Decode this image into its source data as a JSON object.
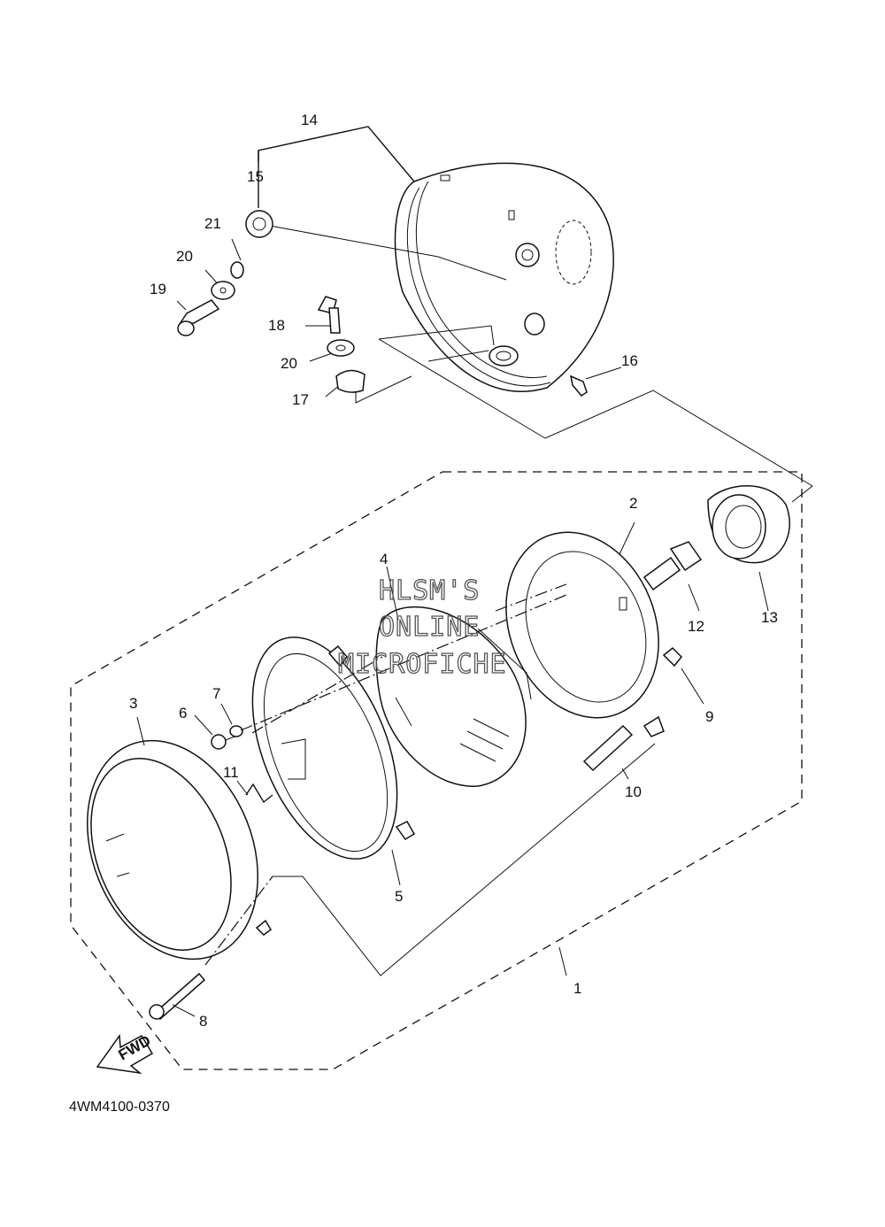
{
  "diagram": {
    "drawing_code": "4WM4100-0370",
    "fwd_label": "FWD",
    "watermark": [
      "HLSM'S",
      "ONLINE",
      "MICROFICHE"
    ],
    "callouts": [
      "1",
      "2",
      "3",
      "4",
      "5",
      "6",
      "7",
      "8",
      "9",
      "10",
      "11",
      "12",
      "13",
      "14",
      "15",
      "16",
      "17",
      "18",
      "19",
      "20",
      "20",
      "21"
    ]
  }
}
